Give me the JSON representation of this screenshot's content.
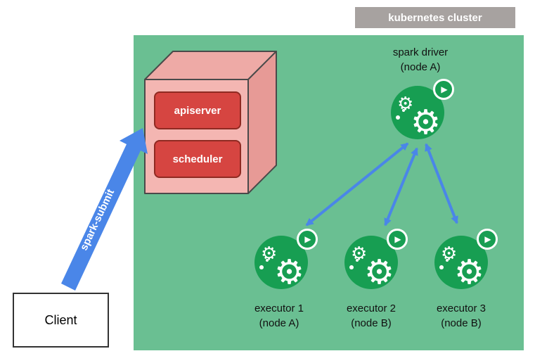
{
  "cluster": {
    "label": "kubernetes cluster"
  },
  "client": {
    "label": "Client"
  },
  "spark_submit": {
    "label": "spark-submit"
  },
  "control_plane": {
    "apiserver": "apiserver",
    "scheduler": "scheduler"
  },
  "driver": {
    "name": "spark driver",
    "node": "(node A)"
  },
  "executors": [
    {
      "name": "executor 1",
      "node": "(node A)"
    },
    {
      "name": "executor 2",
      "node": "(node B)"
    },
    {
      "name": "executor 3",
      "node": "(node B)"
    }
  ],
  "icons": {
    "pod": "gear-play-pod-icon"
  },
  "colors": {
    "cluster_bg": "#6abf92",
    "pod_green": "#179e52",
    "control_plane_red": "#d64541",
    "box_pink_front": "#f4b6b2",
    "box_pink_top": "#eeaaa6",
    "box_pink_side": "#e79a96",
    "arrow_blue": "#4a86e8",
    "label_gray": "#a7a2a0"
  }
}
